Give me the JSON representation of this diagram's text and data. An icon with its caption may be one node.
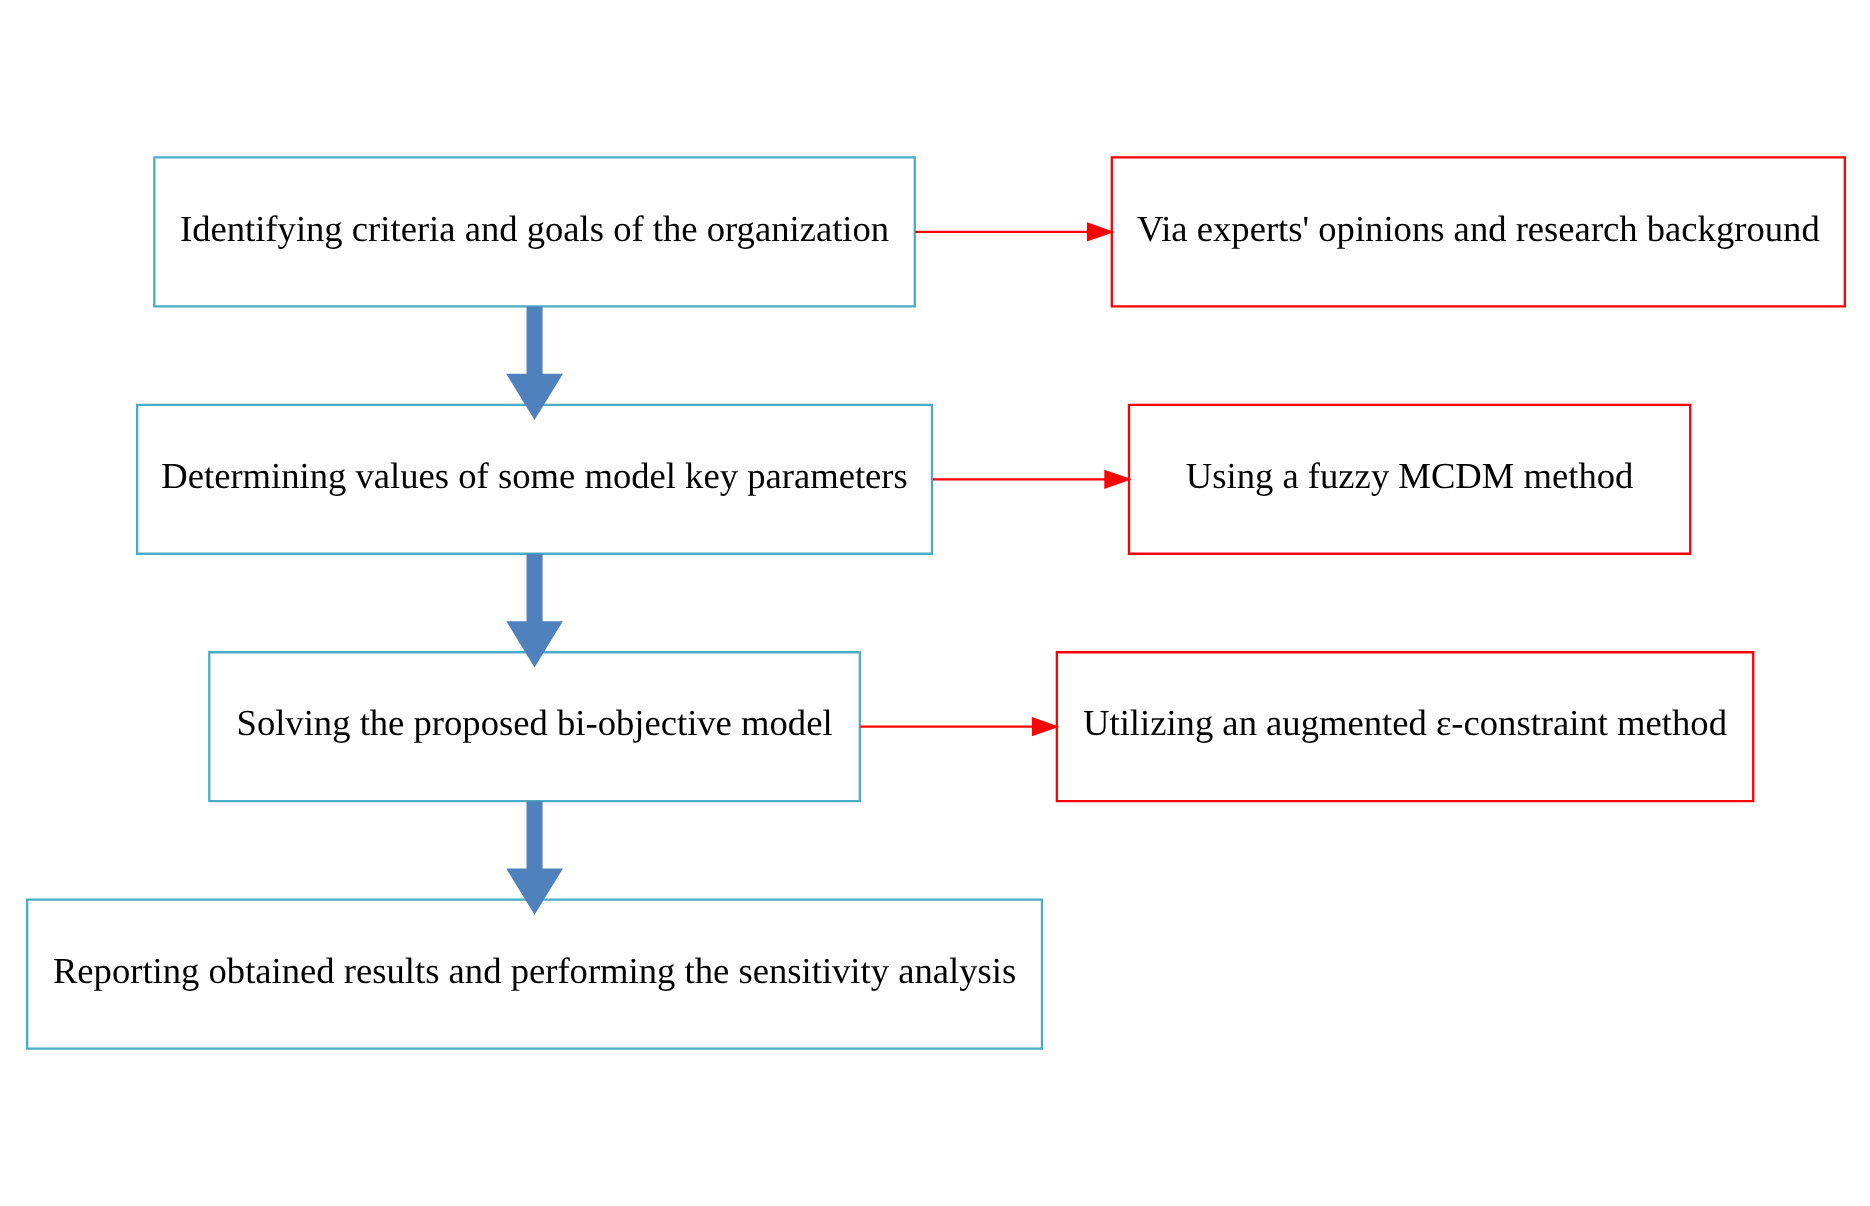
{
  "diagram": {
    "nodes": [
      {
        "text": [
          "Identifying criteria and goals of the organization"
        ]
      },
      {
        "text": [
          "Determining values of some model key parameters"
        ]
      },
      {
        "text": [
          "Solving the proposed bi-objective model"
        ]
      },
      {
        "text": [
          "Reporting obtained results and performing the sensitivity analysis"
        ]
      },
      {
        "text": [
          "Via experts' opinions and research background"
        ]
      },
      {
        "text": [
          "Using a fuzzy MCDM method"
        ]
      },
      {
        "text": [
          "Utilizing an augmented ε-constraint method"
        ]
      }
    ],
    "edges": [
      {
        "from": 0,
        "to": 1,
        "arrow": "to",
        "style": "thick",
        "color": "#4f81bd"
      },
      {
        "from": 1,
        "to": 2,
        "arrow": "to",
        "style": "thick",
        "color": "#4f81bd"
      },
      {
        "from": 2,
        "to": 3,
        "arrow": "to",
        "style": "thick",
        "color": "#4f81bd"
      },
      {
        "from": 0,
        "to": 4,
        "arrow": "to",
        "color": "#ff0000"
      },
      {
        "from": 1,
        "to": 5,
        "arrow": "to",
        "color": "#ff0000"
      },
      {
        "from": 2,
        "to": 6,
        "arrow": "to",
        "color": "#ff0000"
      }
    ]
  }
}
